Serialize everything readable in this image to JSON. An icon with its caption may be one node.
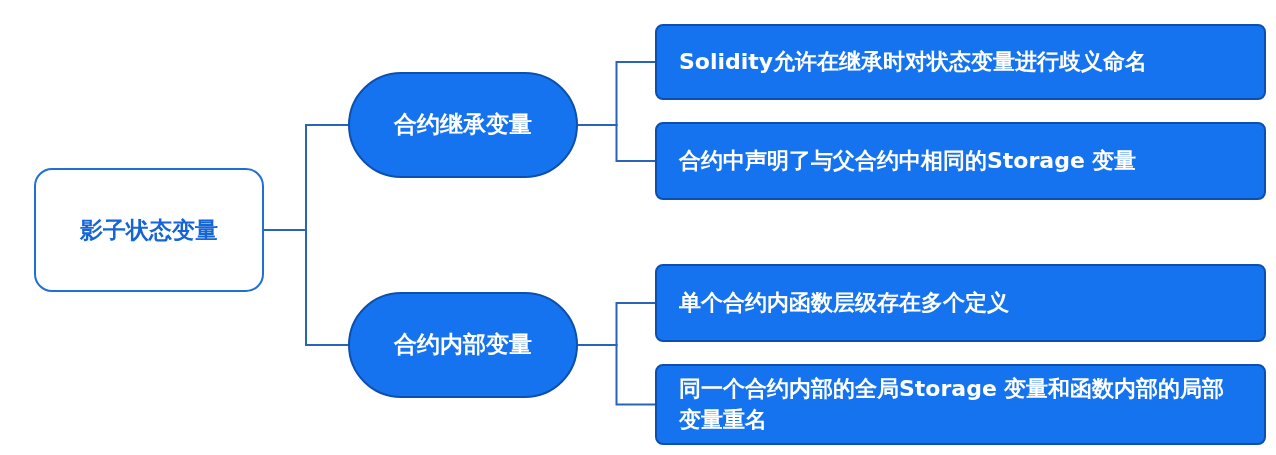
{
  "diagram": {
    "nodes": [
      {
        "text": [
          "影子状态变量"
        ]
      },
      {
        "text": [
          "合约继承变量"
        ]
      },
      {
        "text": [
          "Solidity允许在继承时对状态变量进行歧义命名"
        ]
      },
      {
        "text": [
          "合约中声明了与父合约中相同的Storage 变量"
        ]
      },
      {
        "text": [
          "合约内部变量"
        ]
      },
      {
        "text": [
          "单个合约内函数层级存在多个定义"
        ]
      },
      {
        "text": [
          "同一个合约内部的全局Storage 变量和函数内部的局部变量重名"
        ]
      }
    ],
    "edges": [
      {
        "from": 0,
        "to": 1,
        "arrow": "none"
      },
      {
        "from": 0,
        "to": 4,
        "arrow": "none"
      },
      {
        "from": 1,
        "to": 2,
        "arrow": "none"
      },
      {
        "from": 1,
        "to": 3,
        "arrow": "none"
      },
      {
        "from": 4,
        "to": 5,
        "arrow": "none"
      },
      {
        "from": 4,
        "to": 6,
        "arrow": "none"
      }
    ]
  }
}
